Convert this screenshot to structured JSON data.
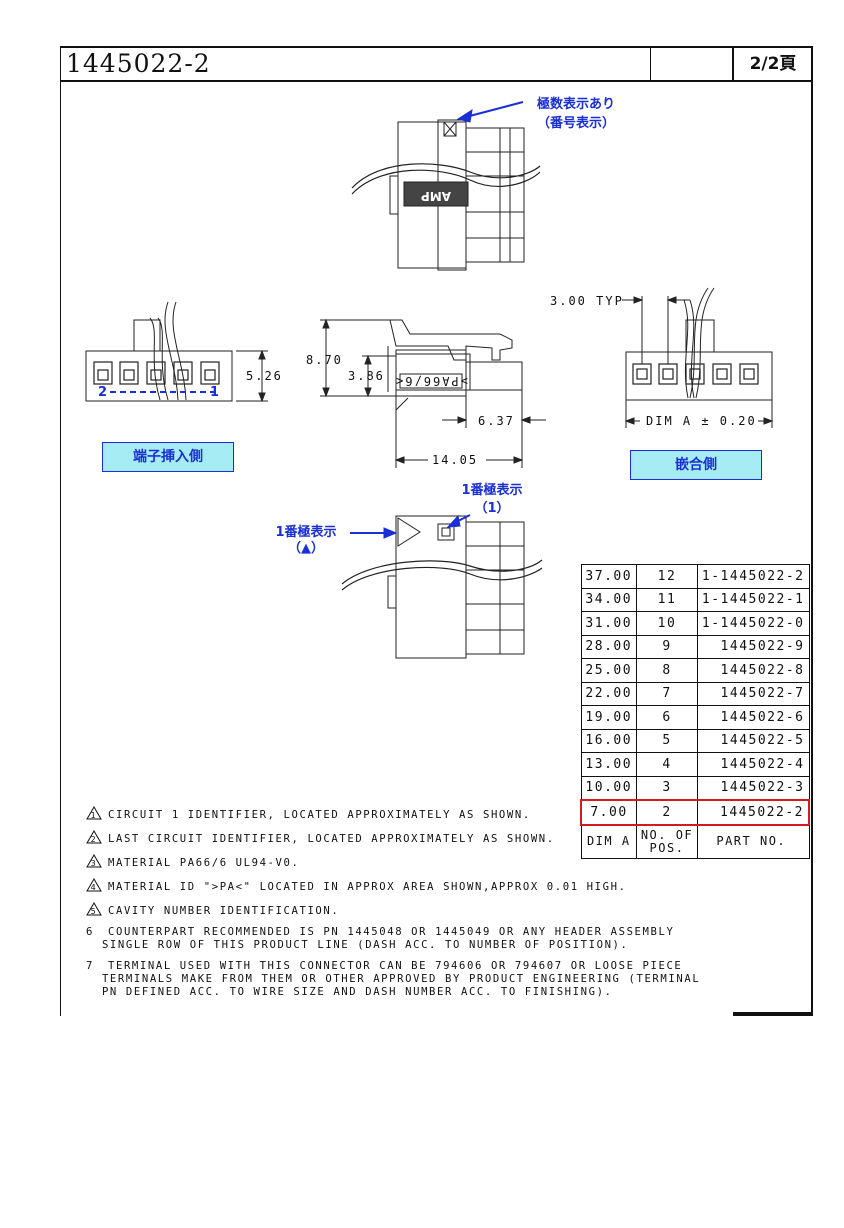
{
  "header": {
    "part_number": "1445022-2",
    "page": "2/2頁"
  },
  "drawing": {
    "callout_top": [
      "極数表示あり",
      "（番号表示）"
    ],
    "brand_mark": "AMP",
    "material_mark": ">PA66/6<",
    "dims": {
      "height_left": "5.26",
      "height_total": "8.70",
      "height_inner": "3.86",
      "depth_inner": "6.37",
      "depth_total": "14.05",
      "pitch": "3.00 TYP",
      "dim_a": "DIM A ± 0.20"
    },
    "cavity_start": "2",
    "cavity_end": "1",
    "label_left": "端子挿入側",
    "label_right": "嵌合側",
    "pin1_mark_top": [
      "1番極表示",
      "（1）"
    ],
    "pin1_mark_left": [
      "1番極表示",
      "（▲）"
    ]
  },
  "table": {
    "rows": [
      {
        "dim_a": "37.00",
        "pos": "12",
        "part": "1-1445022-2"
      },
      {
        "dim_a": "34.00",
        "pos": "11",
        "part": "1-1445022-1"
      },
      {
        "dim_a": "31.00",
        "pos": "10",
        "part": "1-1445022-0"
      },
      {
        "dim_a": "28.00",
        "pos": "9",
        "part": "1445022-9"
      },
      {
        "dim_a": "25.00",
        "pos": "8",
        "part": "1445022-8"
      },
      {
        "dim_a": "22.00",
        "pos": "7",
        "part": "1445022-7"
      },
      {
        "dim_a": "19.00",
        "pos": "6",
        "part": "1445022-6"
      },
      {
        "dim_a": "16.00",
        "pos": "5",
        "part": "1445022-5"
      },
      {
        "dim_a": "13.00",
        "pos": "4",
        "part": "1445022-4"
      },
      {
        "dim_a": "10.00",
        "pos": "3",
        "part": "1445022-3"
      },
      {
        "dim_a": "7.00",
        "pos": "2",
        "part": "1445022-2"
      }
    ],
    "head": {
      "dim_a": "DIM A",
      "pos": "NO. OF POS.",
      "part": "PART NO."
    },
    "highlight_color": "#d21c1c"
  },
  "notes": [
    {
      "num": "1",
      "text": "CIRCUIT 1 IDENTIFIER, LOCATED APPROXIMATELY AS SHOWN."
    },
    {
      "num": "2",
      "text": "LAST CIRCUIT IDENTIFIER, LOCATED APPROXIMATELY AS SHOWN."
    },
    {
      "num": "3",
      "text": "MATERIAL PA66/6 UL94-V0."
    },
    {
      "num": "4",
      "text": "MATERIAL ID \">PA<\" LOCATED IN APPROX AREA SHOWN,APPROX 0.01 HIGH."
    },
    {
      "num": "5",
      "text": "CAVITY NUMBER IDENTIFICATION."
    },
    {
      "num": "6",
      "text": "COUNTERPART RECOMMENDED IS PN 1445048 OR 1445049 OR ANY HEADER ASSEMBLY\nSINGLE ROW OF THIS PRODUCT LINE (DASH ACC. TO NUMBER OF POSITION)."
    },
    {
      "num": "7",
      "text": "TERMINAL USED WITH THIS CONNECTOR CAN BE 794606 OR 794607 OR LOOSE PIECE\nTERMINALS MAKE FROM THEM OR OTHER APPROVED BY PRODUCT ENGINEERING (TERMINAL\nPN DEFINED ACC. TO WIRE SIZE AND DASH NUMBER ACC. TO FINISHING)."
    }
  ],
  "colors": {
    "annotation_blue": "#1a2fd6",
    "label_fill": "#a6ecf5"
  }
}
